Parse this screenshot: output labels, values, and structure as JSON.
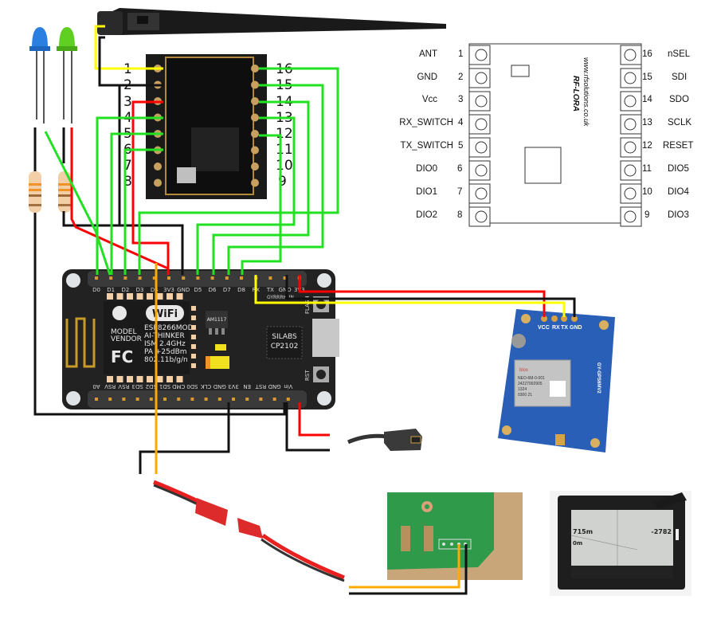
{
  "diagram": {
    "title": "ESP8266 NodeMCU + RF-LORA + GPS wiring",
    "colors": {
      "wire_green": "#22e022",
      "wire_red": "#ff0000",
      "wire_black": "#111111",
      "wire_yellow": "#ffff00",
      "wire_orange": "#ffaa00",
      "board_dark": "#222222",
      "gps_blue": "#2a5fb8",
      "lora_pcb": "#1a1a1a",
      "pcb_green": "#2f9a4a"
    }
  },
  "lora_module": {
    "left_pins": [
      "1",
      "2",
      "3",
      "4",
      "5",
      "6",
      "7",
      "8"
    ],
    "right_pins": [
      "16",
      "15",
      "14",
      "13",
      "12",
      "11",
      "10",
      "9"
    ]
  },
  "lora_schematic": {
    "brand_url": "www.rfsolutions.co.uk",
    "model": "RF-LORA",
    "left": [
      {
        "num": "1",
        "name": "ANT"
      },
      {
        "num": "2",
        "name": "GND"
      },
      {
        "num": "3",
        "name": "Vcc"
      },
      {
        "num": "4",
        "name": "RX_SWITCH"
      },
      {
        "num": "5",
        "name": "TX_SWITCH"
      },
      {
        "num": "6",
        "name": "DIO0"
      },
      {
        "num": "7",
        "name": "DIO1"
      },
      {
        "num": "8",
        "name": "DIO2"
      }
    ],
    "right": [
      {
        "num": "16",
        "name": "nSEL"
      },
      {
        "num": "15",
        "name": "SDI"
      },
      {
        "num": "14",
        "name": "SDO"
      },
      {
        "num": "13",
        "name": "SCLK"
      },
      {
        "num": "12",
        "name": "RESET"
      },
      {
        "num": "11",
        "name": "DIO5"
      },
      {
        "num": "10",
        "name": "DIO4"
      },
      {
        "num": "9",
        "name": "DIO3"
      }
    ]
  },
  "nodemcu": {
    "top_pins": [
      "D0",
      "D1",
      "D2",
      "D3",
      "D4",
      "3V3",
      "GND",
      "D5",
      "D6",
      "D7",
      "D8",
      "RX",
      "TX",
      "GND",
      "3V3"
    ],
    "bottom_pins": [
      "A0",
      "RSV",
      "RSV",
      "SD3",
      "SD2",
      "SD1",
      "CMD",
      "SD0",
      "CLK",
      "GND",
      "3V3",
      "EN",
      "RST",
      "GND",
      "Vin"
    ],
    "module_text": [
      "MODEL",
      "VENDOR"
    ],
    "module_specs": [
      "ESP8266MOD",
      "AI-THINKER",
      "ISM 2.4GHz",
      "PA +25dBm",
      "802.11b/g/n"
    ],
    "wifi_logo": "WiFi",
    "fcc_logo": "FC",
    "regulator": "AM1117",
    "usb_chip": [
      "SILABS",
      "CP2102"
    ],
    "buttons": {
      "flash": "FLASH",
      "reset": "RST"
    },
    "silk": "GYRRRHUN"
  },
  "gps_module": {
    "pins": [
      "VCC",
      "RX",
      "TX",
      "GND"
    ],
    "chip_brand": "blox",
    "chip_lines": [
      "NEO-6M-0-001",
      "24227002905",
      "1324",
      "0300  21"
    ],
    "board_name": "GY-GPS6MV2"
  },
  "leds": [
    {
      "name": "blue-led",
      "color": "#2b7fe0"
    },
    {
      "name": "green-led",
      "color": "#5fcf22"
    }
  ],
  "display_device": {
    "readouts": [
      "715m",
      "-2782",
      "0m"
    ]
  }
}
